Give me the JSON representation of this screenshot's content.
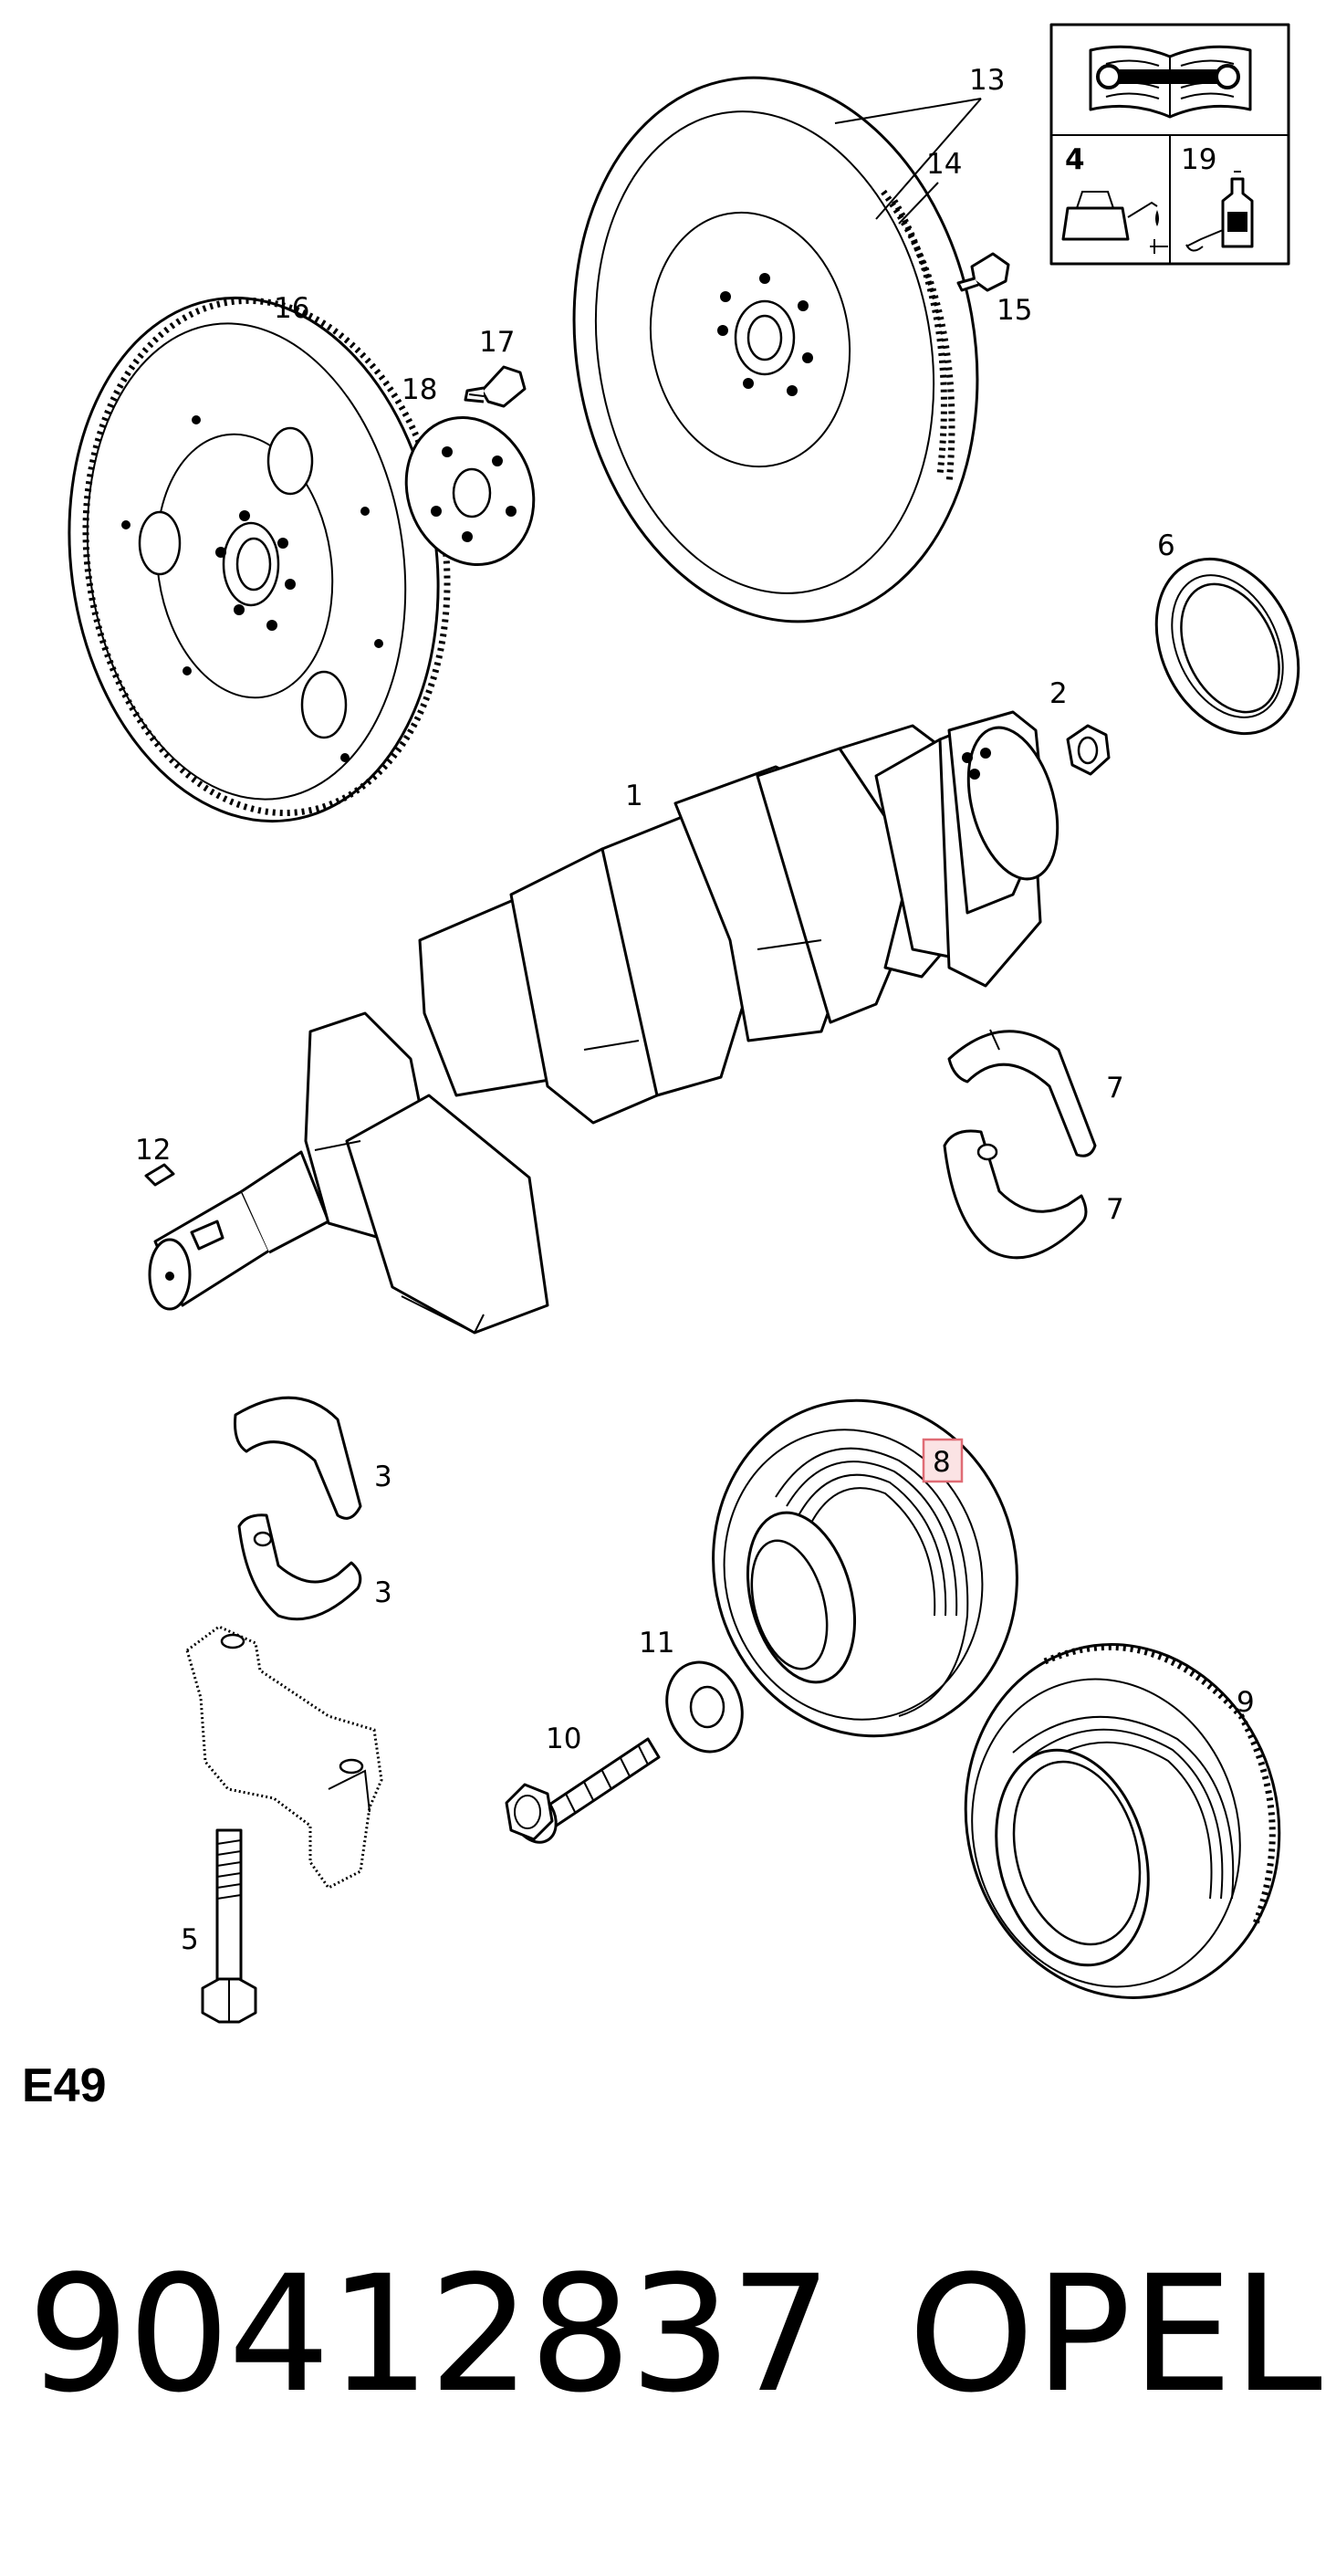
{
  "diagram": {
    "callouts": {
      "c1": "1",
      "c2": "2",
      "c3a": "3",
      "c3b": "3",
      "c4": "4",
      "c5": "5",
      "c6": "6",
      "c7a": "7",
      "c7b": "7",
      "c8": "8",
      "c9": "9",
      "c10": "10",
      "c11": "11",
      "c12": "12",
      "c13": "13",
      "c14": "14",
      "c15": "15",
      "c16": "16",
      "c17": "17",
      "c18": "18",
      "c19": "19"
    },
    "highlight": {
      "callout": "8",
      "color": "#e06c75",
      "fill": "#fbe3e4"
    },
    "info_box": {
      "icons": [
        "workshop-manual-icon",
        "oil-can-icon",
        "sealant-tube-icon"
      ]
    }
  },
  "footer": {
    "section_code": "E49",
    "part_number": "90412837",
    "brand": "OPEL"
  }
}
